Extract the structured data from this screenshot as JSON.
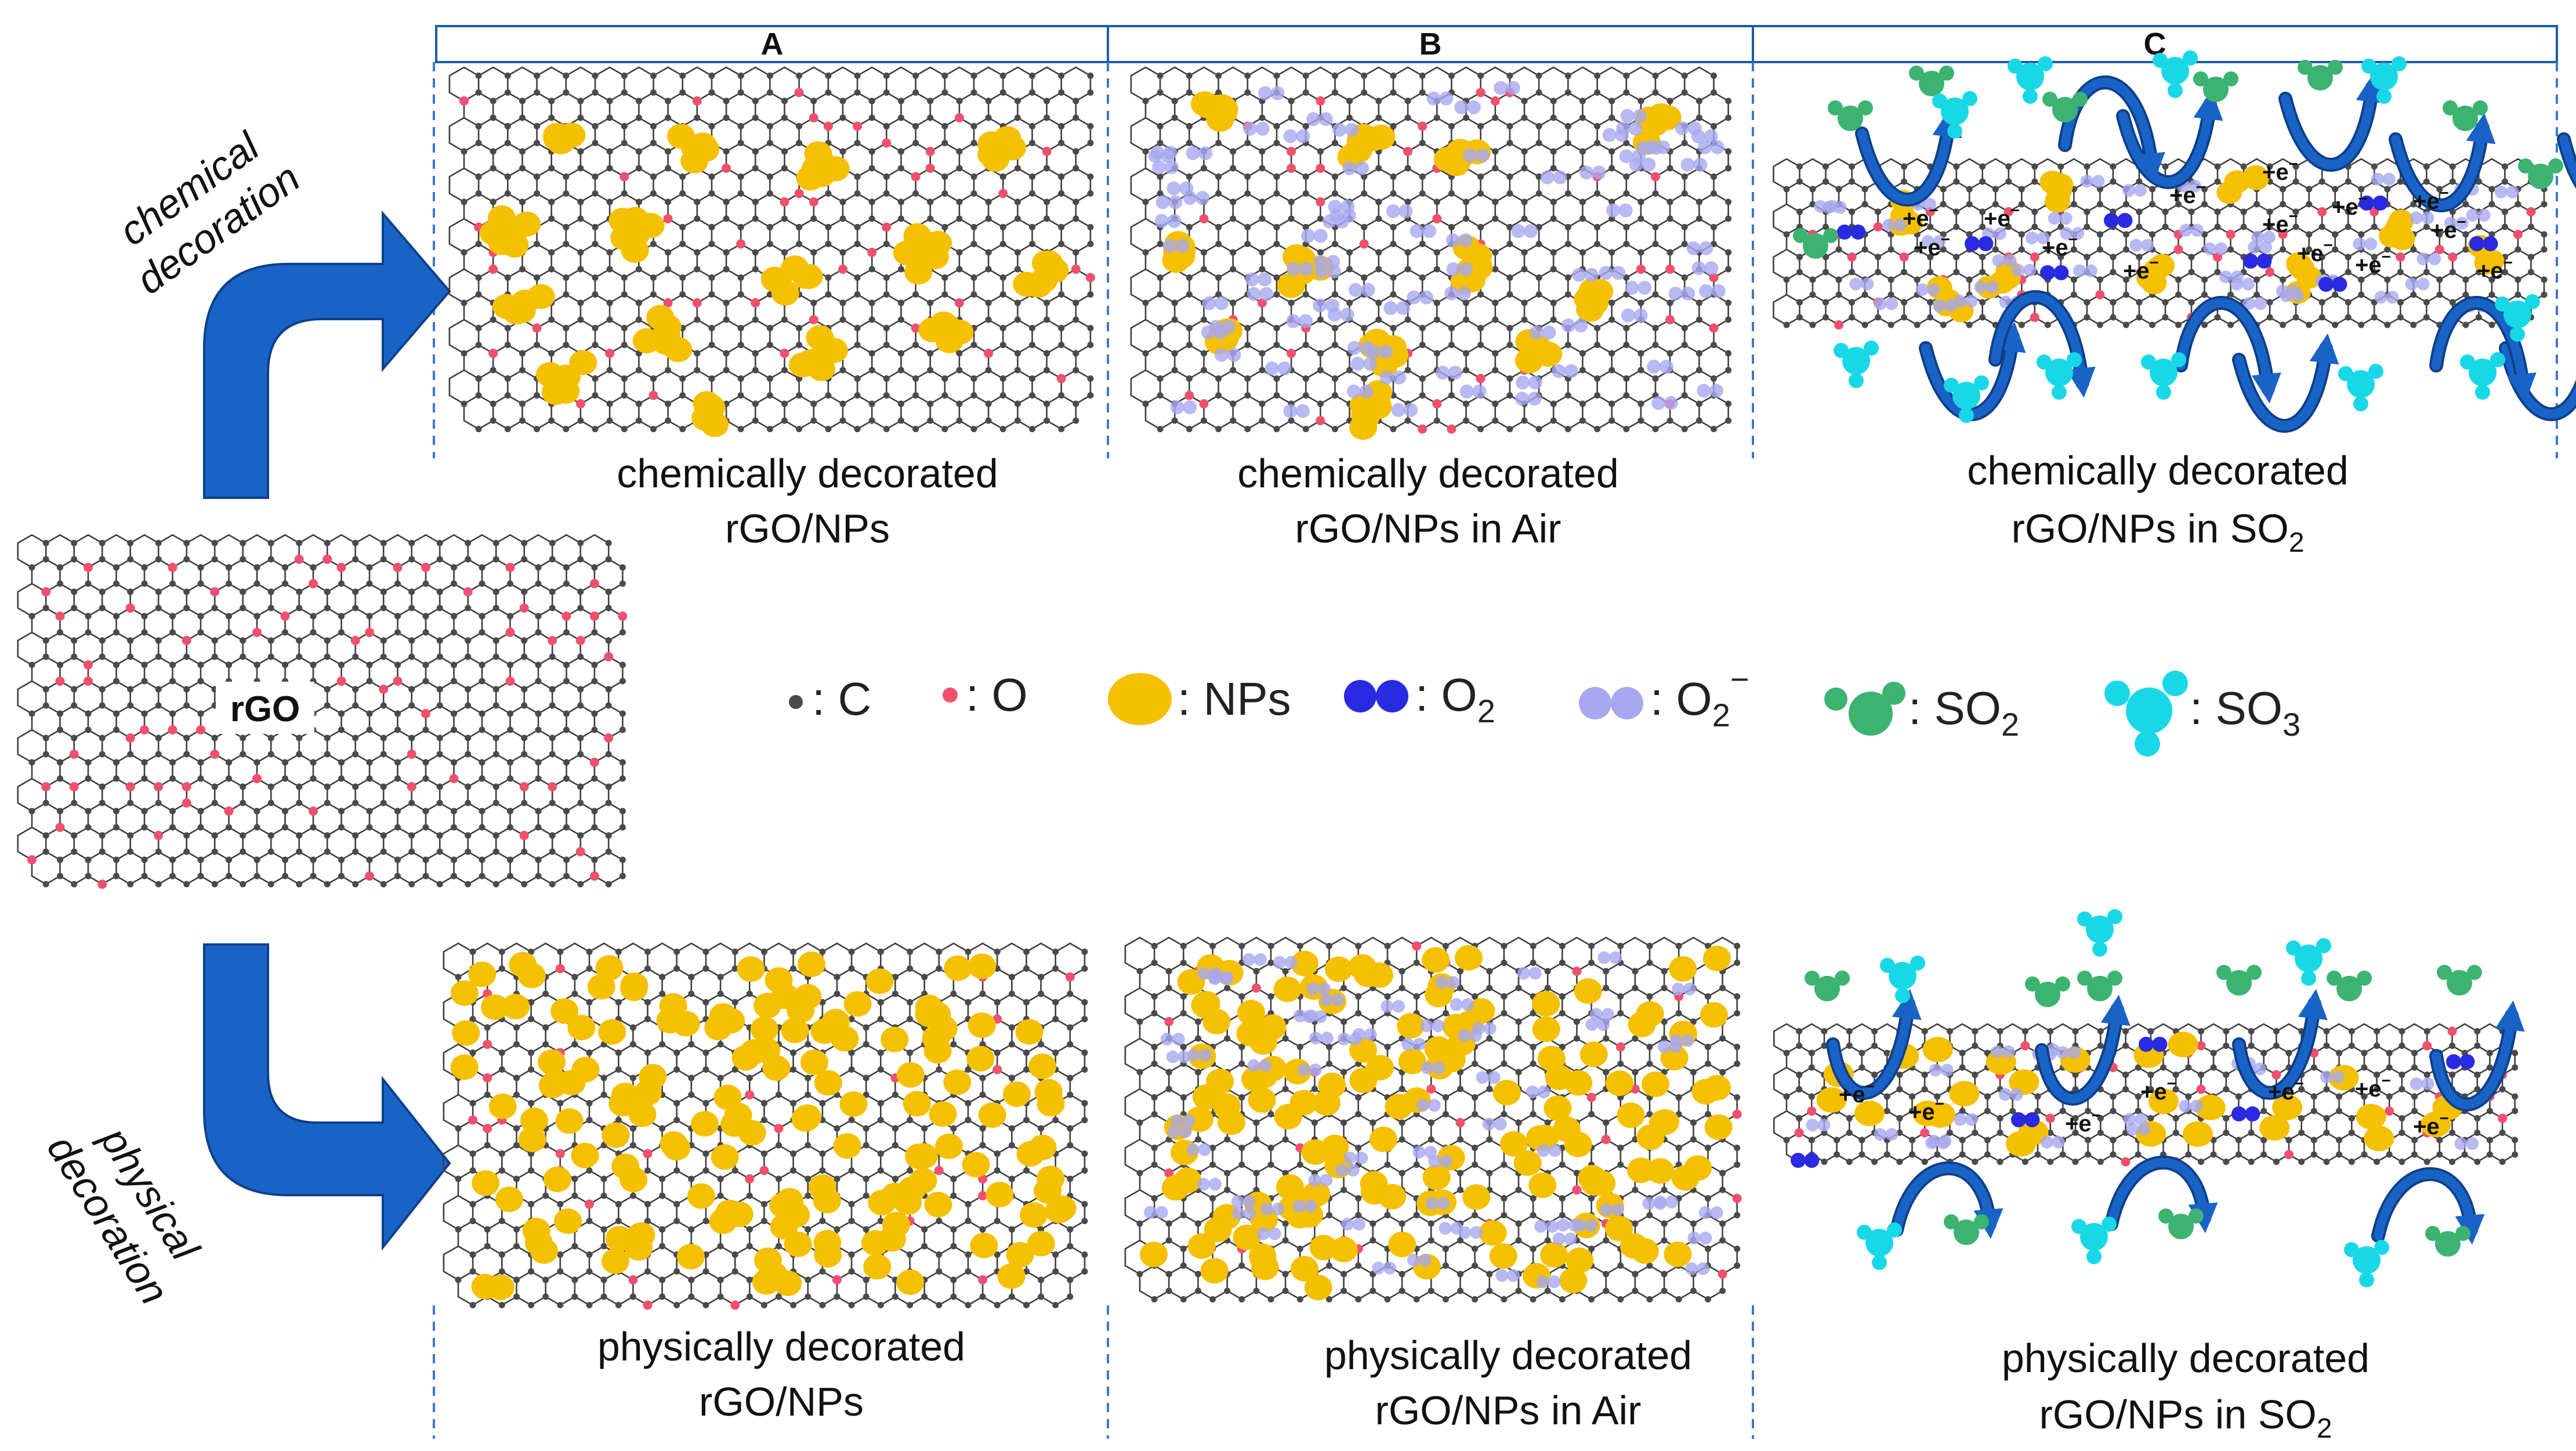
{
  "columns": [
    {
      "label": "A"
    },
    {
      "label": "B"
    },
    {
      "label": "C"
    }
  ],
  "side_labels": {
    "chemical": [
      "chemical",
      "decoration"
    ],
    "physical": [
      "physical",
      "decoration"
    ]
  },
  "center_label": "rGO",
  "captions": {
    "chem": [
      {
        "line1": "chemically decorated",
        "line2": "rGO/NPs",
        "sub": ""
      },
      {
        "line1": "chemically decorated",
        "line2": "rGO/NPs in Air",
        "sub": ""
      },
      {
        "line1": "chemically decorated",
        "line2": "rGO/NPs in SO",
        "sub": "2"
      }
    ],
    "phys": [
      {
        "line1": "physically decorated",
        "line2": "rGO/NPs",
        "sub": ""
      },
      {
        "line1": "physically decorated",
        "line2": "rGO/NPs in Air",
        "sub": ""
      },
      {
        "line1": "physically decorated",
        "line2": "rGO/NPs in SO",
        "sub": "2"
      }
    ]
  },
  "legend": [
    {
      "symbol": "carbon",
      "text": ": C",
      "sub": "",
      "sup": ""
    },
    {
      "symbol": "oxygen",
      "text": ": O",
      "sub": "",
      "sup": ""
    },
    {
      "symbol": "np",
      "text": ": NPs",
      "sub": "",
      "sup": ""
    },
    {
      "symbol": "o2",
      "text": ": O",
      "sub": "2",
      "sup": ""
    },
    {
      "symbol": "o2minus",
      "text": ": O",
      "sub": "2",
      "sup": "−"
    },
    {
      "symbol": "so2",
      "text": ": SO",
      "sub": "2",
      "sup": ""
    },
    {
      "symbol": "so3",
      "text": ": SO",
      "sub": "3",
      "sup": ""
    }
  ],
  "electron_label": "+e",
  "electron_sup": "−",
  "colors": {
    "carbon": "#4a4a4a",
    "oxygen": "#f0506e",
    "np": "#f5c000",
    "o2": "#2a2ae0",
    "o2minus": "#a8a8f0",
    "so2": "#3cb371",
    "so3": "#18d8e8",
    "arrow": "#1a63c6",
    "arrow_dark": "#0d3f8a",
    "header_border": "#1e5ba8",
    "dash": "#3a78d0"
  }
}
